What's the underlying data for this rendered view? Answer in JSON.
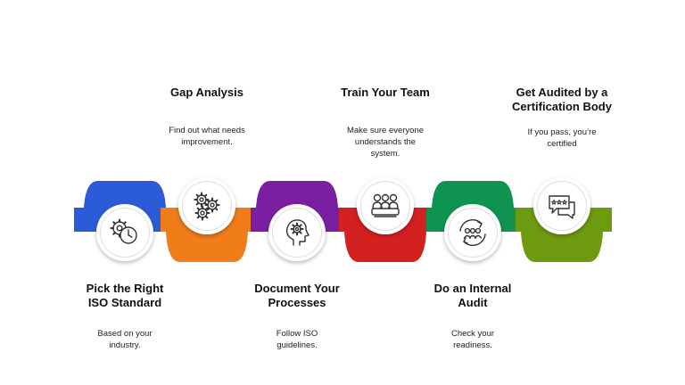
{
  "steps": [
    {
      "title": "Pick the Right\nISO Standard",
      "desc": "Based on your\nindustry.",
      "color": "#2b5bd7",
      "icon": "gear-clock-icon",
      "position": "bottom"
    },
    {
      "title": "Gap Analysis",
      "desc": "Find out what needs\nimprovement.",
      "color": "#f07d1a",
      "icon": "gears-icon",
      "position": "top"
    },
    {
      "title": "Document Your\nProcesses",
      "desc": "Follow ISO\nguidelines.",
      "color": "#7b1fa2",
      "icon": "head-gear-icon",
      "position": "bottom"
    },
    {
      "title": "Train Your Team",
      "desc": "Make sure everyone\nunderstands the\nsystem.",
      "color": "#d32020",
      "icon": "team-training-icon",
      "position": "top"
    },
    {
      "title": "Do an Internal\nAudit",
      "desc": "Check your\nreadiness.",
      "color": "#0f9350",
      "icon": "team-cycle-icon",
      "position": "bottom"
    },
    {
      "title": "Get Audited by a\nCertification Body",
      "desc": "If you pass, you’re\ncertified",
      "color": "#6e9a0f",
      "icon": "rating-chat-icon",
      "position": "top"
    }
  ]
}
